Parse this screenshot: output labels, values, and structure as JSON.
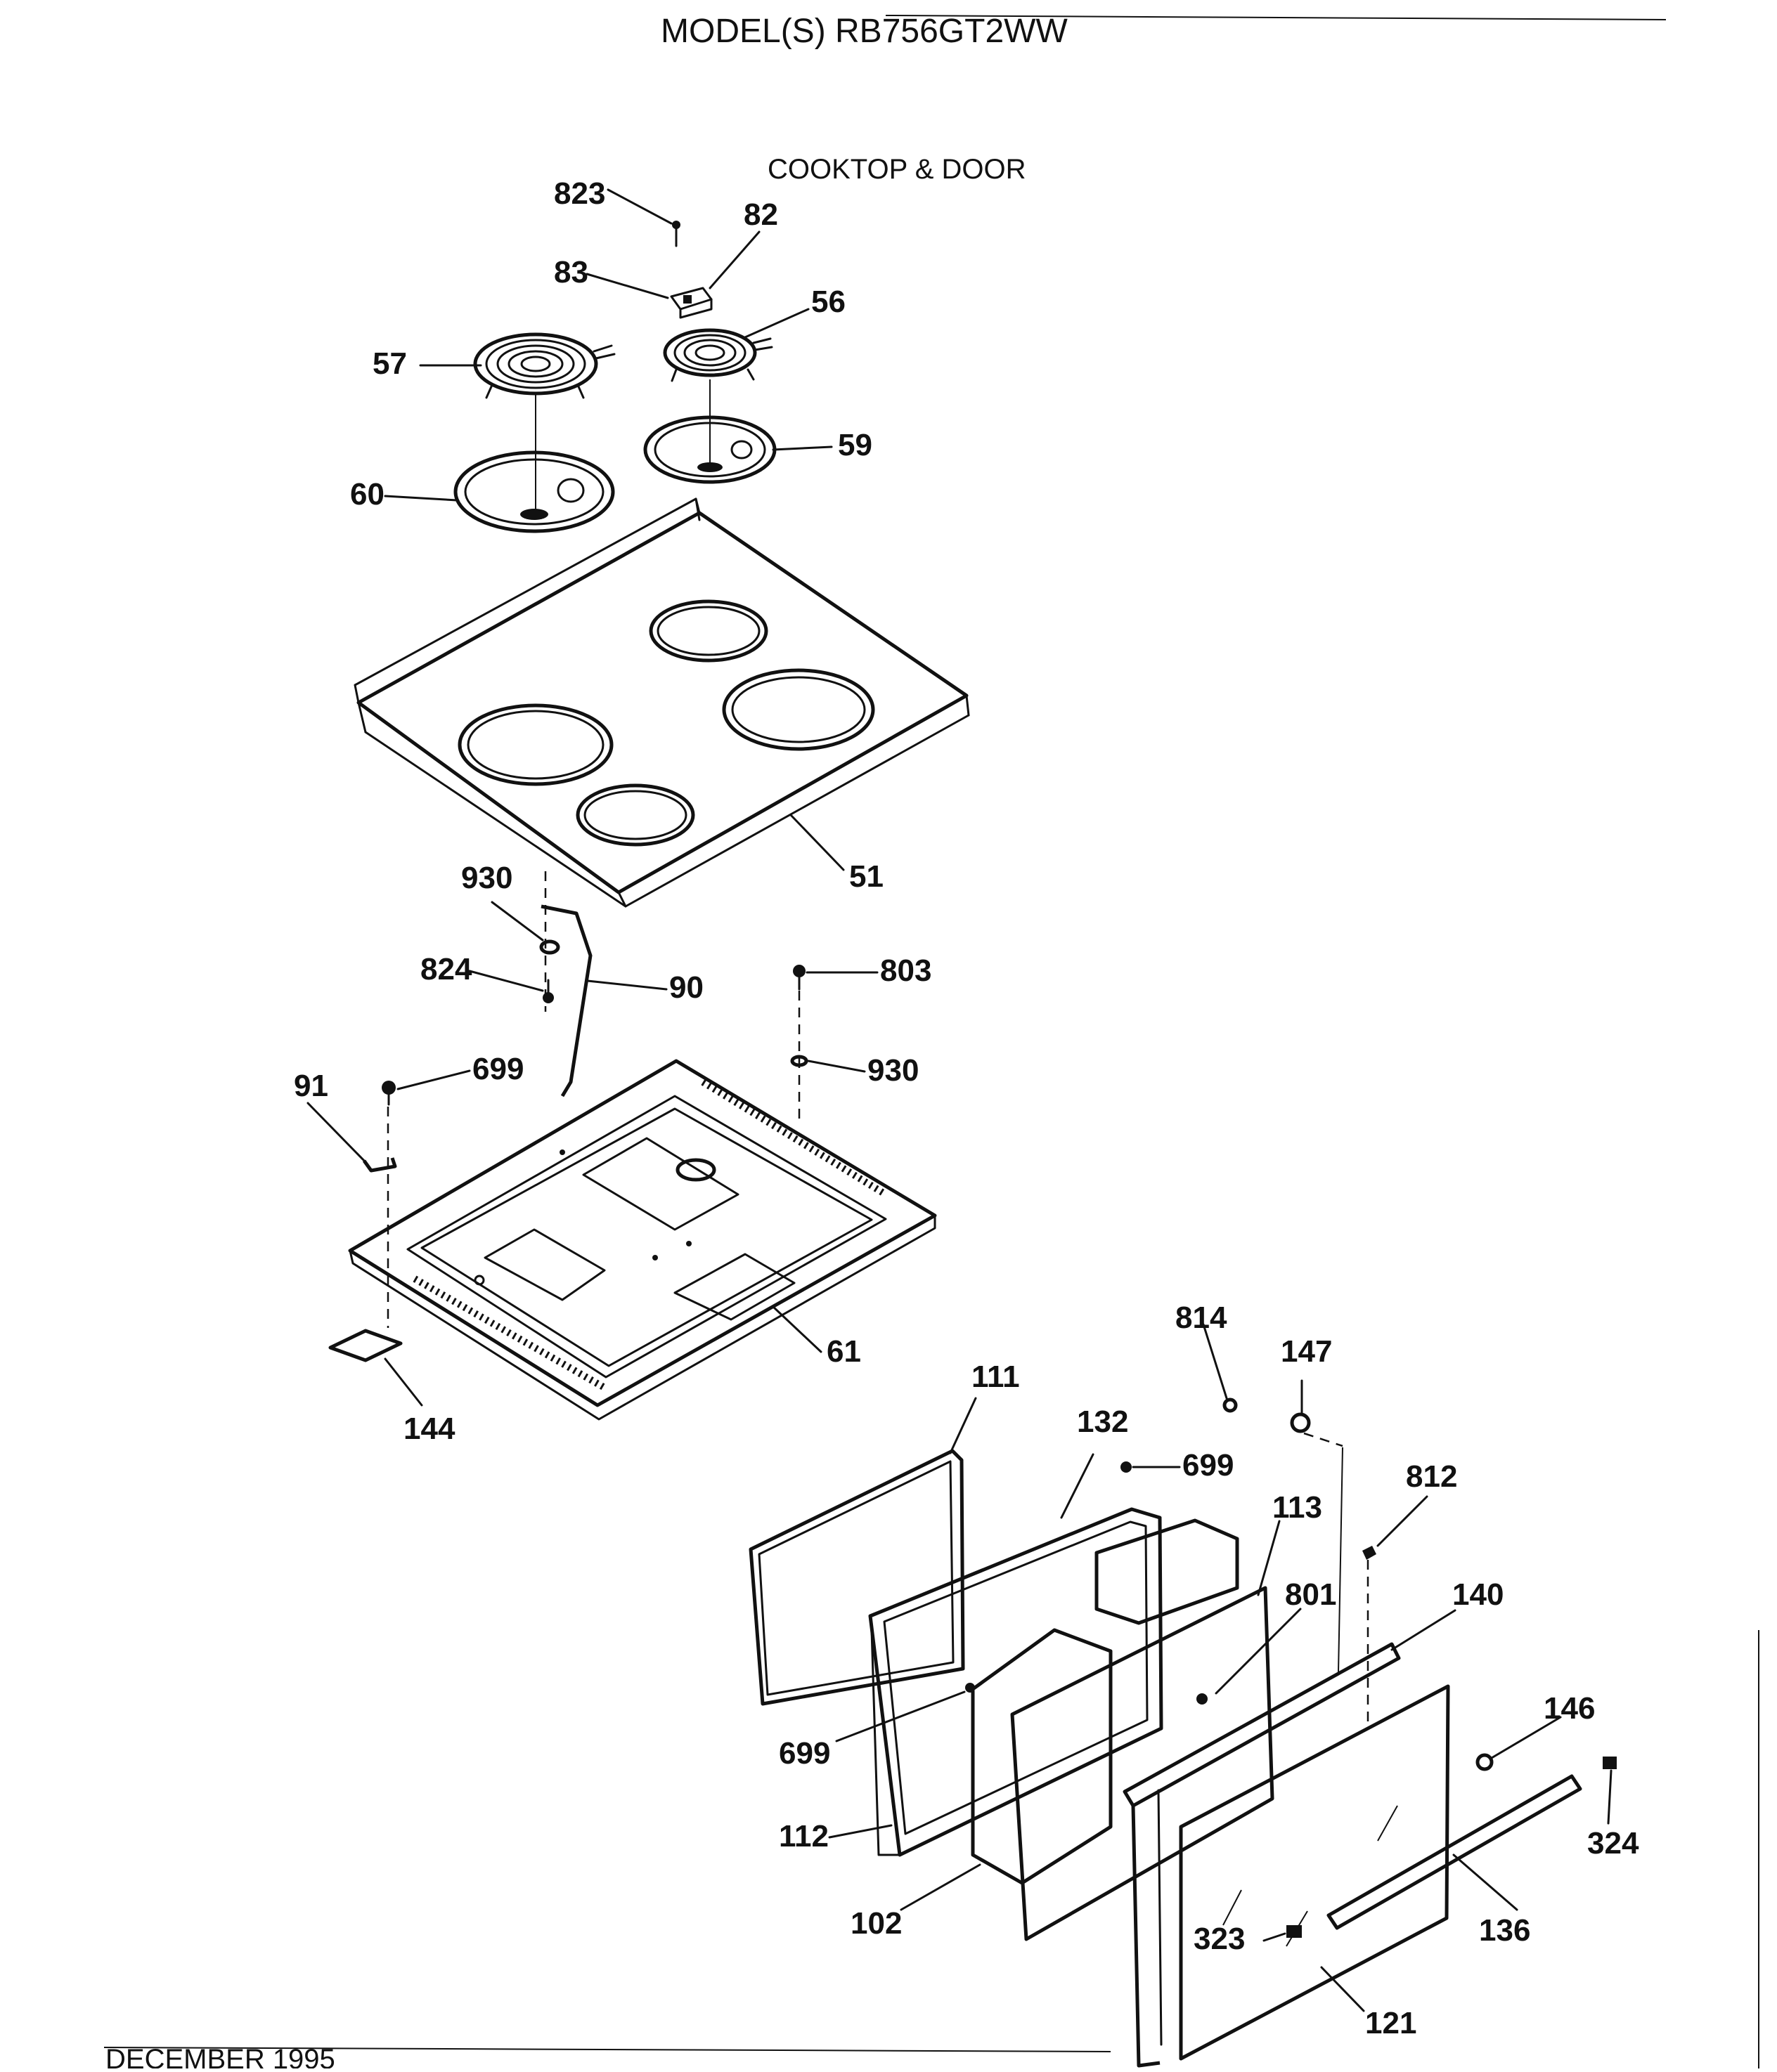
{
  "header": {
    "model": "MODEL(S) RB756GT2WW",
    "section": "COOKTOP & DOOR",
    "footer": "DECEMBER 1995"
  },
  "callouts": [
    "823",
    "82",
    "83",
    "56",
    "57",
    "59",
    "60",
    "51",
    "930",
    "824",
    "90",
    "803",
    "930",
    "699",
    "91",
    "61",
    "144",
    "814",
    "147",
    "111",
    "132",
    "699",
    "113",
    "812",
    "801",
    "140",
    "699",
    "146",
    "112",
    "324",
    "102",
    "136",
    "323",
    "121"
  ],
  "parts": {
    "surface_unit_8in": "57",
    "surface_unit_6in": "56",
    "drip_pan_8in": "60",
    "drip_pan_6in": "59",
    "cooktop": "51",
    "burner_box": "61",
    "door_outer_panel": "121",
    "door_handle": "136",
    "door_frame": "140"
  }
}
